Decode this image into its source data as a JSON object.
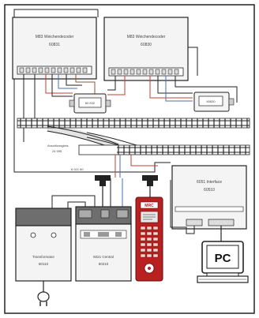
{
  "diagram": {
    "decoder_left": {
      "title": "M83 Weichendecoder",
      "code": "60831"
    },
    "decoder_right": {
      "title": "M83 Weichendecoder",
      "code": "60830"
    },
    "turnout_left_label": "60 832",
    "turnout_right_label": "60830",
    "track_module_label": "Anschlussgleis",
    "track_module_code": "24 995",
    "bus_label": "6 021 60",
    "interface": {
      "title": "6051 Interface",
      "code": "60510"
    },
    "transformer": {
      "title": "Transformator",
      "code": "60110"
    },
    "central_unit": {
      "title": "6021 Central",
      "code": "60210"
    },
    "handheld": {
      "brand": "MRC",
      "color": "#b8211f"
    },
    "pc": {
      "label": "PC"
    },
    "colors": {
      "line": "#222222",
      "wire_red": "#c83c32",
      "wire_blue": "#4b6eb4",
      "wire_brown": "#8a5a3a",
      "box_fill": "#f4f4f4",
      "dark_band": "#6e6e6e"
    }
  }
}
